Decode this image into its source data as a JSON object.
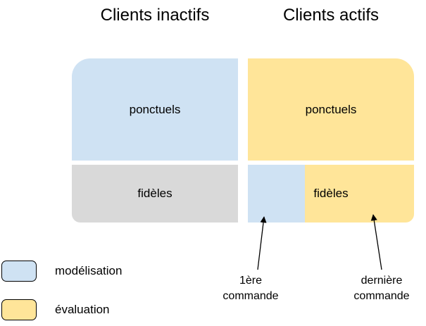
{
  "titles": {
    "inactive": "Clients inactifs",
    "active": "Clients actifs"
  },
  "blocks": {
    "inactive_ponctuels": "ponctuels",
    "inactive_fideles": "fidèles",
    "active_ponctuels": "ponctuels",
    "active_fideles": "fidèles"
  },
  "annotations": {
    "first_line1": "1ère",
    "first_line2": "commande",
    "last_line1": "dernière",
    "last_line2": "commande"
  },
  "legend": {
    "modelisation": "modélisation",
    "evaluation": "évaluation"
  },
  "colors": {
    "modelisation": "#cfe2f3",
    "evaluation": "#ffe599",
    "inactive_fideles": "#d9d9d9"
  }
}
